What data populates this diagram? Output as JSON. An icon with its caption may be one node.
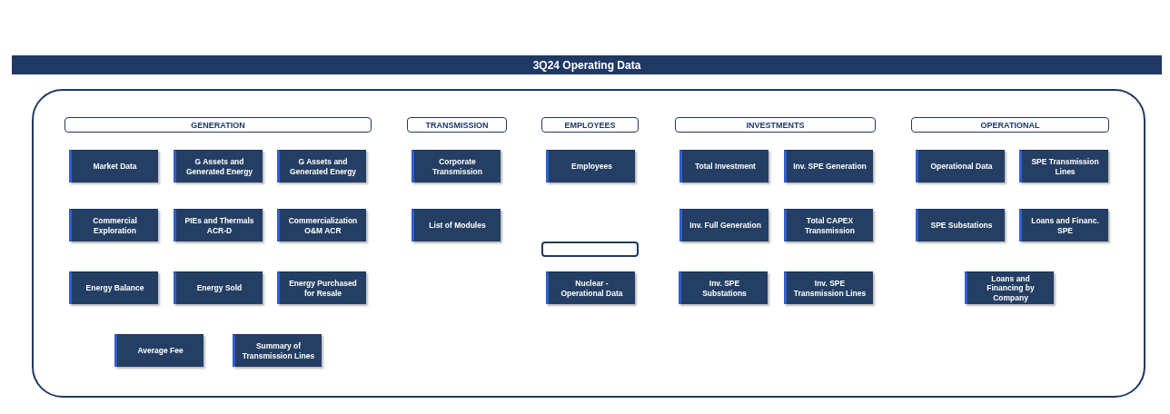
{
  "diagram": {
    "title": "3Q24 Operating Data",
    "nodes": [
      {
        "text": [],
        "shape": "box"
      },
      {
        "text": [
          "GENERATION"
        ],
        "in": 0
      },
      {
        "text": [
          "TRANSMISSION"
        ],
        "in": 0
      },
      {
        "text": [
          "EMPLOYEES"
        ],
        "in": 0
      },
      {
        "text": [
          "INVESTMENTS"
        ],
        "in": 0
      },
      {
        "text": [
          "OPERATIONAL"
        ],
        "in": 0
      },
      {
        "text": [
          "Market Data"
        ],
        "in": 0
      },
      {
        "text": [
          "G Assets and Generated Energy"
        ],
        "in": 0
      },
      {
        "text": [
          "G Assets and Generated Energy"
        ],
        "in": 0
      },
      {
        "text": [
          "Corporate Transmission"
        ],
        "in": 0
      },
      {
        "text": [
          "Employees"
        ],
        "in": 0
      },
      {
        "text": [
          "Total Investment"
        ],
        "in": 0
      },
      {
        "text": [
          "Inv. SPE Generation"
        ],
        "in": 0
      },
      {
        "text": [
          "Operational Data"
        ],
        "in": 0
      },
      {
        "text": [
          "SPE Transmission Lines"
        ],
        "in": 0
      },
      {
        "text": [
          "Commercial Exploration"
        ],
        "in": 0
      },
      {
        "text": [
          "PIEs and Thermals ACR-D"
        ],
        "in": 0
      },
      {
        "text": [
          "Commercialization O&M ACR"
        ],
        "in": 0
      },
      {
        "text": [
          "List of Modules"
        ],
        "in": 0
      },
      {
        "text": [
          "Inv. Full Generation"
        ],
        "in": 0
      },
      {
        "text": [
          "Total CAPEX Transmission"
        ],
        "in": 0
      },
      {
        "text": [
          "SPE Substations"
        ],
        "in": 0
      },
      {
        "text": [
          "Loans and Financ. SPE"
        ],
        "in": 0
      },
      {
        "text": [],
        "shape": "box",
        "in": 0
      },
      {
        "text": [
          "Energy Balance"
        ],
        "in": 0
      },
      {
        "text": [
          "Energy Sold"
        ],
        "in": 0
      },
      {
        "text": [
          "Energy Purchased for Resale"
        ],
        "in": 0
      },
      {
        "text": [
          "Nuclear - Operational Data"
        ],
        "in": 0
      },
      {
        "text": [
          "Inv. SPE Substations"
        ],
        "in": 0
      },
      {
        "text": [
          "Inv. SPE Transmission Lines"
        ],
        "in": 0
      },
      {
        "text": [
          "Loans and Financing by Company"
        ],
        "in": 0
      },
      {
        "text": [
          "Average Fee"
        ],
        "in": 0
      },
      {
        "text": [
          "Summary of Transmission Lines"
        ],
        "in": 0
      }
    ]
  }
}
